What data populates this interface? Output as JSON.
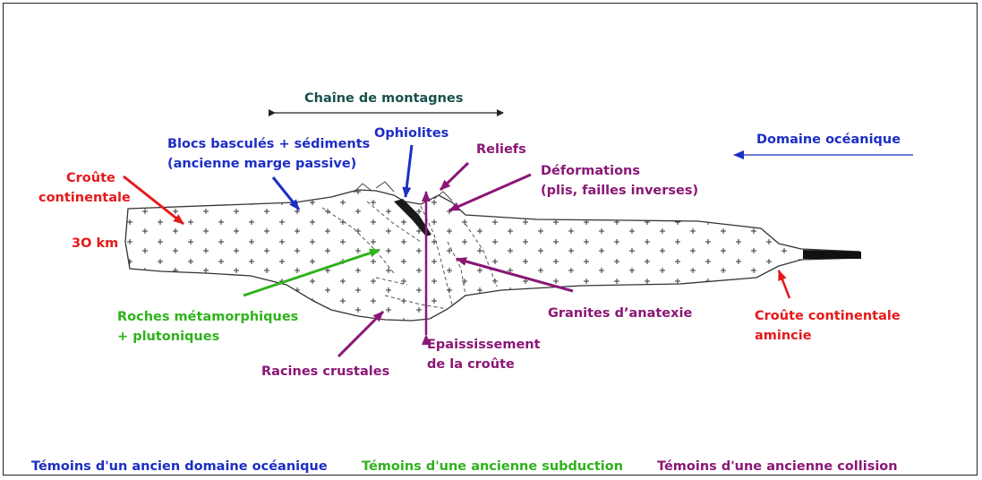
{
  "title": "Chaîne de montagnes",
  "labels": {
    "domaine_oceanique": "Domaine océanique",
    "blocs_line1": "Blocs basculés + sédiments",
    "blocs_line2": "(ancienne marge passive)",
    "ophiolites": "Ophiolites",
    "reliefs": "Reliefs",
    "deformations_line1": "Déformations",
    "deformations_line2": "(plis, failles inverses)",
    "croute_continentale_line1": "Croûte",
    "croute_continentale_line2": "continentale",
    "thickness": "3O km",
    "roches_line1": "Roches métamorphiques",
    "roches_line2": "+ plutoniques",
    "granites": "Granites d’anatexie",
    "epaississement_line1": "Epaississement",
    "epaississement_line2": "de la croûte",
    "racines": "Racines crustales",
    "croute_amincie_line1": "Croûte continentale",
    "croute_amincie_line2": "amincie"
  },
  "legend": {
    "oceanic": "Témoins d'un ancien domaine océanique",
    "subduction": "Témoins d'une ancienne subduction",
    "collision": "Témoins d'une ancienne collision"
  },
  "colors": {
    "oceanic": "#1c2ec4",
    "subduction": "#2fb21c",
    "collision": "#8a1776",
    "crust": "#e5191b",
    "title": "#17504c"
  }
}
